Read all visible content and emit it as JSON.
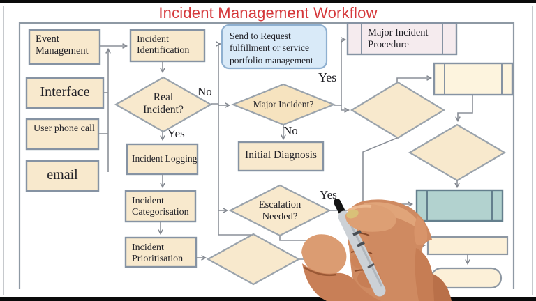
{
  "title": "Incident Management Workflow",
  "nodes": {
    "event_management": {
      "label": "Event Management",
      "type": "process"
    },
    "interface": {
      "label": "Interface",
      "type": "process"
    },
    "user_phone_call": {
      "label": "User phone call",
      "type": "process"
    },
    "email": {
      "label": "email",
      "type": "process"
    },
    "incident_identification": {
      "label": "Incident Identification",
      "type": "process"
    },
    "real_incident": {
      "label": "Real Incident?",
      "type": "decision"
    },
    "incident_logging": {
      "label": "Incident Logging",
      "type": "process"
    },
    "incident_categorisation": {
      "label": "Incident Categorisation",
      "type": "process"
    },
    "incident_prioritisation": {
      "label": "Incident Prioritisation",
      "type": "process"
    },
    "send_to_request": {
      "label": "Send to Request fulfillment or service portfolio management",
      "type": "rounded"
    },
    "major_incident": {
      "label": "Major Incident?",
      "type": "decision"
    },
    "major_incident_procedure": {
      "label": "Major Incident Procedure",
      "type": "predefined-process"
    },
    "initial_diagnosis": {
      "label": "Initial Diagnosis",
      "type": "process"
    },
    "escalation_needed": {
      "label": "Escalation Needed?",
      "type": "decision"
    }
  },
  "edge_labels": {
    "real_incident_no": "No",
    "real_incident_yes": "Yes",
    "major_incident_yes": "Yes",
    "major_incident_no": "No",
    "escalation_needed_yes": "Yes"
  },
  "colors": {
    "title_red": "#d5383b",
    "node_fill_cream": "#f8e9cd",
    "node_border_gray_blue": "#8693a3",
    "rounded_fill_blue": "#d9eaf8",
    "rounded_border_blue": "#8fb0d0",
    "teal_fill": "#b2d2cf",
    "connector_gray": "#8a8f98"
  }
}
